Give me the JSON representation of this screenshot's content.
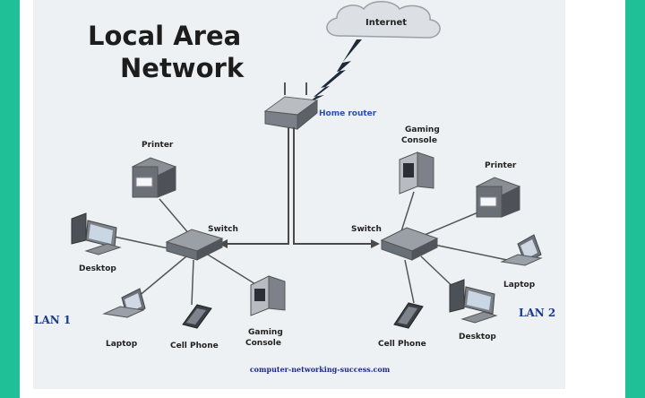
{
  "title_line1": "Local Area",
  "title_line2": "Network",
  "internet_label": "Internet",
  "router_label": "Home router",
  "lan1_label": "LAN 1",
  "lan2_label": "LAN 2",
  "left_switch_label": "Switch",
  "right_switch_label": "Switch",
  "left_devices": {
    "printer": "Printer",
    "desktop": "Desktop",
    "laptop": "Laptop",
    "cell_phone": "Cell Phone",
    "gaming_console_1": "Gaming",
    "gaming_console_2": "Console"
  },
  "right_devices": {
    "gaming_console_1": "Gaming",
    "gaming_console_2": "Console",
    "printer": "Printer",
    "laptop": "Laptop",
    "desktop": "Desktop",
    "cell_phone": "Cell Phone"
  },
  "footer_url": "computer-networking-success.com",
  "colors": {
    "frame": "#1fbf98",
    "panel": "#ffffff",
    "card": "#eef1f3",
    "title": "#1d1d1d",
    "lan_label": "#1a3a8a",
    "router_label": "#2a4fb0",
    "footer": "#1a2a8a",
    "line": "#4a4a4a"
  }
}
